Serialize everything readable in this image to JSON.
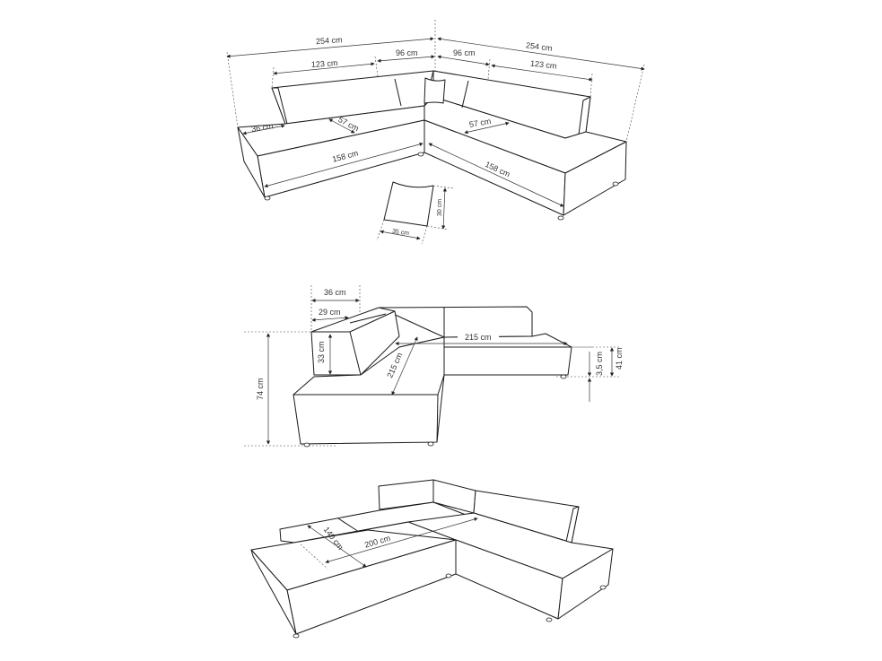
{
  "diagram": {
    "top_view": {
      "overall_left": "254 cm",
      "overall_right": "254 cm",
      "back_left": "123 cm",
      "corner_left": "96 cm",
      "corner_right": "96 cm",
      "back_right": "123 cm",
      "armrest_width": "36 cm",
      "seat_depth_left": "57 cm",
      "seat_depth_right": "57 cm",
      "seat_length_left": "158 cm",
      "seat_length_right": "158 cm",
      "pillow_height": "30 cm",
      "pillow_width": "35 cm"
    },
    "side_view": {
      "backrest_depth": "36 cm",
      "backrest_top_depth": "29 cm",
      "total_height": "74 cm",
      "backrest_height": "33 cm",
      "length_right": "215 cm",
      "length_left": "215 cm",
      "leg_height": "3,5 cm",
      "seat_height": "41 cm"
    },
    "bed_view": {
      "bed_width": "140 cm",
      "bed_length": "200 cm"
    }
  }
}
